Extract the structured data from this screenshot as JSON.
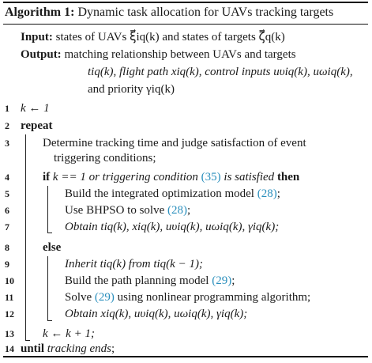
{
  "caption": {
    "label": "Algorithm 1:",
    "title": "Dynamic task allocation for UAVs tracking targets"
  },
  "io": {
    "input_kw": "Input:",
    "input_text": "states of UAVs ξ⃗iq(k) and states of targets ζ⃗q(k)",
    "output_kw": "Output:",
    "output_text_1": "matching relationship between UAVs and targets",
    "output_text_2": "tiq(k), flight path xiq(k), control inputs uυiq(k), uωiq(k),",
    "output_text_3": "and priority γiq(k)"
  },
  "lines": [
    {
      "no": "1",
      "text": "k ← 1"
    },
    {
      "no": "2",
      "kw": "repeat"
    },
    {
      "no": "3",
      "text_1": "Determine tracking time and judge satisfaction of event",
      "text_2": "triggering conditions;"
    },
    {
      "no": "4",
      "kw_if": "if",
      "cond_pre": "k == 1",
      "cond_mid": "or triggering condition",
      "ref": "(35)",
      "cond_post": "is satisfied",
      "kw_then": "then"
    },
    {
      "no": "5",
      "text": "Build the integrated optimization model",
      "ref": "(28)",
      "tail": ";"
    },
    {
      "no": "6",
      "text": "Use BHPSO to solve",
      "ref": "(28)",
      "tail": ";"
    },
    {
      "no": "7",
      "text": "Obtain tiq(k), xiq(k), uυiq(k), uωiq(k), γiq(k);"
    },
    {
      "no": "8",
      "kw": "else"
    },
    {
      "no": "9",
      "text": "Inherit tiq(k) from tiq(k − 1);"
    },
    {
      "no": "10",
      "text": "Build the path planning model",
      "ref": "(29)",
      "tail": ";"
    },
    {
      "no": "11",
      "text_pre": "Solve",
      "ref": "(29)",
      "text_post": "using nonlinear programming algorithm;"
    },
    {
      "no": "12",
      "text": "Obtain xiq(k), uυiq(k), uωiq(k), γiq(k);"
    },
    {
      "no": "13",
      "text": "k ← k + 1;"
    },
    {
      "no": "14",
      "kw": "until",
      "text": "tracking ends",
      "tail": ";"
    }
  ]
}
